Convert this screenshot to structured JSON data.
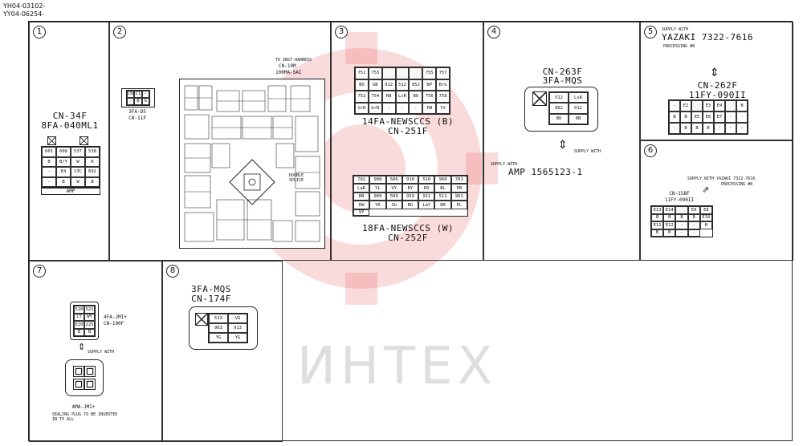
{
  "doc_ids": "YH04-03102-\nYY04-06254-",
  "panels": {
    "p1": {
      "num": "1",
      "title": "CN-34F",
      "subtitle": "8FA-040ML1",
      "footer": "AMP",
      "pins": [
        "601",
        "600",
        "537",
        "538",
        "B",
        "B/Y",
        "W",
        "R",
        "-",
        "E4",
        "13C",
        "602",
        "-",
        "B",
        "W",
        "B"
      ]
    },
    "p2": {
      "num": "2",
      "small_code": "3FA-D5",
      "small_name": "CN-11F",
      "note1": "TO INST-HARNESS",
      "note2": "CN-10M",
      "note3": "100MA-SAI",
      "splice": "DOUBLE SPLICE",
      "small_pins": [
        "538",
        "C1",
        "-",
        "-",
        "B",
        "G"
      ]
    },
    "p3": {
      "num": "3",
      "a_code": "14FA-NEWSCCS (B)",
      "a_name": "CN-251F",
      "b_code": "18FA-NEWSCCS (W)",
      "b_name": "CN-252F",
      "a_pins": [
        "751",
        "753",
        "",
        "",
        "",
        "755",
        "757",
        "BO",
        "GB",
        "912",
        "512",
        "952",
        "BP",
        "BrG",
        "752",
        "754",
        "RB",
        "LsR",
        "BO",
        "756",
        "758",
        "GrR",
        "GrB",
        "-",
        "-",
        "-",
        "PW",
        "YV"
      ],
      "b_pins": [
        "702",
        "908",
        "506",
        "910",
        "510",
        "960",
        "701",
        "LaR",
        "YL",
        "VY",
        "BY",
        "RO",
        "BL",
        "PB",
        "RB",
        "909",
        "509",
        "959",
        "911",
        "511",
        "961",
        "DW",
        "YR",
        "Sb",
        "BG",
        "LaY",
        "BR",
        "PL",
        "VY"
      ]
    },
    "p4": {
      "num": "4",
      "title": "CN-263F",
      "subtitle": "3FA-MQS",
      "pins": [
        "512",
        "LsR",
        "962",
        "912",
        "BO",
        "RB"
      ],
      "supply": "SUPPLY WITH",
      "amp": "SUPPLY WITH",
      "amp_pn": "AMP  1565123-1"
    },
    "p5": {
      "num": "5",
      "supply": "SUPPLY WITH",
      "maker": "YAZAKI  7322-7616",
      "processing": "PROCESSING #8",
      "title": "CN-262F",
      "subtitle": "11FY-090II",
      "pins": [
        "-",
        "E2",
        "",
        "E3",
        "E4",
        "",
        "B",
        "B",
        "B",
        "E5",
        "E6",
        "E7",
        "-",
        "-",
        "-",
        "B",
        "B",
        "B",
        "-",
        "-",
        "-"
      ]
    },
    "p6": {
      "num": "6",
      "supply": "SUPPLY WITH YAZAKI  7322-7616",
      "processing": "PROCESSING #8",
      "title": "CN-158F",
      "subtitle": "11FY-090II",
      "pins": [
        "E13",
        "E14",
        "",
        "E9",
        "E8",
        "B",
        "B",
        "B",
        "B",
        "E10",
        "E11",
        "E12",
        "-",
        "-",
        "B",
        "B",
        "B",
        "-",
        "-"
      ]
    },
    "p7": {
      "num": "7",
      "code": "4FA-JMI+",
      "name": "CN-190F",
      "supply": "SUPPLY WITH",
      "plug": "4MA-JMI+",
      "note": "SEALING PLUG TO BE INSERTED\nIN TO ALL",
      "pins": [
        "520",
        "521",
        "LY",
        "WY",
        "E20",
        "225",
        "B",
        "B"
      ]
    },
    "p8": {
      "num": "8",
      "title": "3FA-MQS",
      "subtitle": "CN-174F",
      "pins": [
        "513",
        "VG",
        "963",
        "913",
        "YG",
        "YG"
      ]
    }
  },
  "watermark": "ИНТЕХ"
}
